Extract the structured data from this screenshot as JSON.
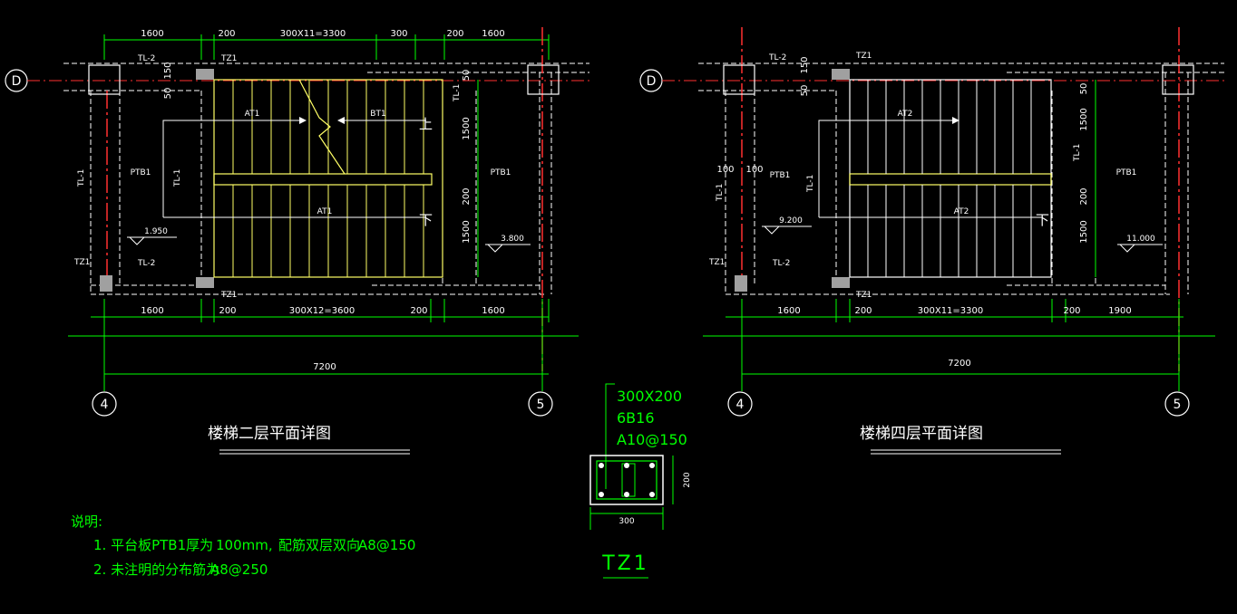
{
  "plan_left": {
    "title": "楼梯二层平面详图",
    "axis_top": "D",
    "axis_bottom_left": "4",
    "axis_bottom_right": "5",
    "top_dims": [
      "1600",
      "200",
      "300X11=3300",
      "300",
      "200",
      "1600"
    ],
    "left_dims": [
      "150",
      "50"
    ],
    "bottom_dims": [
      "1600",
      "200",
      "300X12=3600",
      "200",
      "1600"
    ],
    "total_dim": "7200",
    "right_dims": [
      "50",
      "1500",
      "200",
      "1500"
    ],
    "tl1": "TL-1",
    "tl2": "TL-2",
    "tz1": "TZ1",
    "ptb1": "PTB1",
    "run_upper": "AT1",
    "run_break": "BT1",
    "run_lower": "AT1",
    "up_mark": "上",
    "down_mark": "下",
    "elev_left": "1.950",
    "elev_right": "3.800"
  },
  "plan_right": {
    "title": "楼梯四层平面详图",
    "axis_top": "D",
    "axis_bottom_left": "4",
    "axis_bottom_right": "5",
    "top_dims": [
      "150",
      "50"
    ],
    "bottom_dims": [
      "1600",
      "200",
      "300X11=3300",
      "200",
      "1900"
    ],
    "total_dim": "7200",
    "left_dims": [
      "100",
      "100"
    ],
    "right_dims": [
      "50",
      "1500",
      "200",
      "1500"
    ],
    "tl1": "TL-1",
    "tl2": "TL-2",
    "tz1": "TZ1",
    "ptb1": "PTB1",
    "run_upper": "AT2",
    "run_lower": "AT2",
    "down_mark": "下",
    "elev_left": "9.200",
    "elev_right": "11.000"
  },
  "section": {
    "name": "TZ1",
    "size": "300X200",
    "main_bar": "6B16",
    "stirrup": "A10@150",
    "width": "300",
    "height": "200"
  },
  "notes": {
    "heading": "说明:",
    "line1_a": "1. 平台板PTB1厚为",
    "line1_b": "100mm,",
    "line1_c": "配筋双层双向",
    "line1_d": "A8@150",
    "line2_a": "2. 未注明的分布筋为",
    "line2_b": "A8@250"
  }
}
